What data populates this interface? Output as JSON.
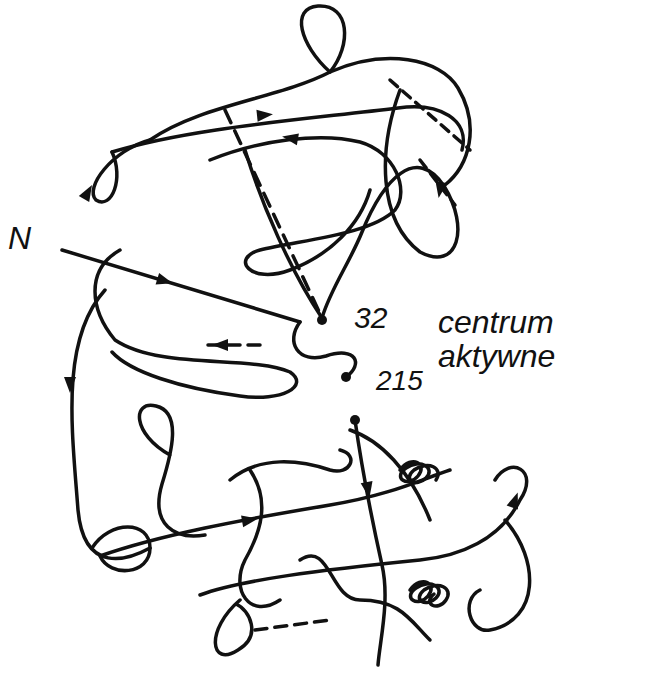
{
  "diagram": {
    "labels": [
      "N",
      "32",
      "centrum aktywne",
      "215"
    ]
  }
}
